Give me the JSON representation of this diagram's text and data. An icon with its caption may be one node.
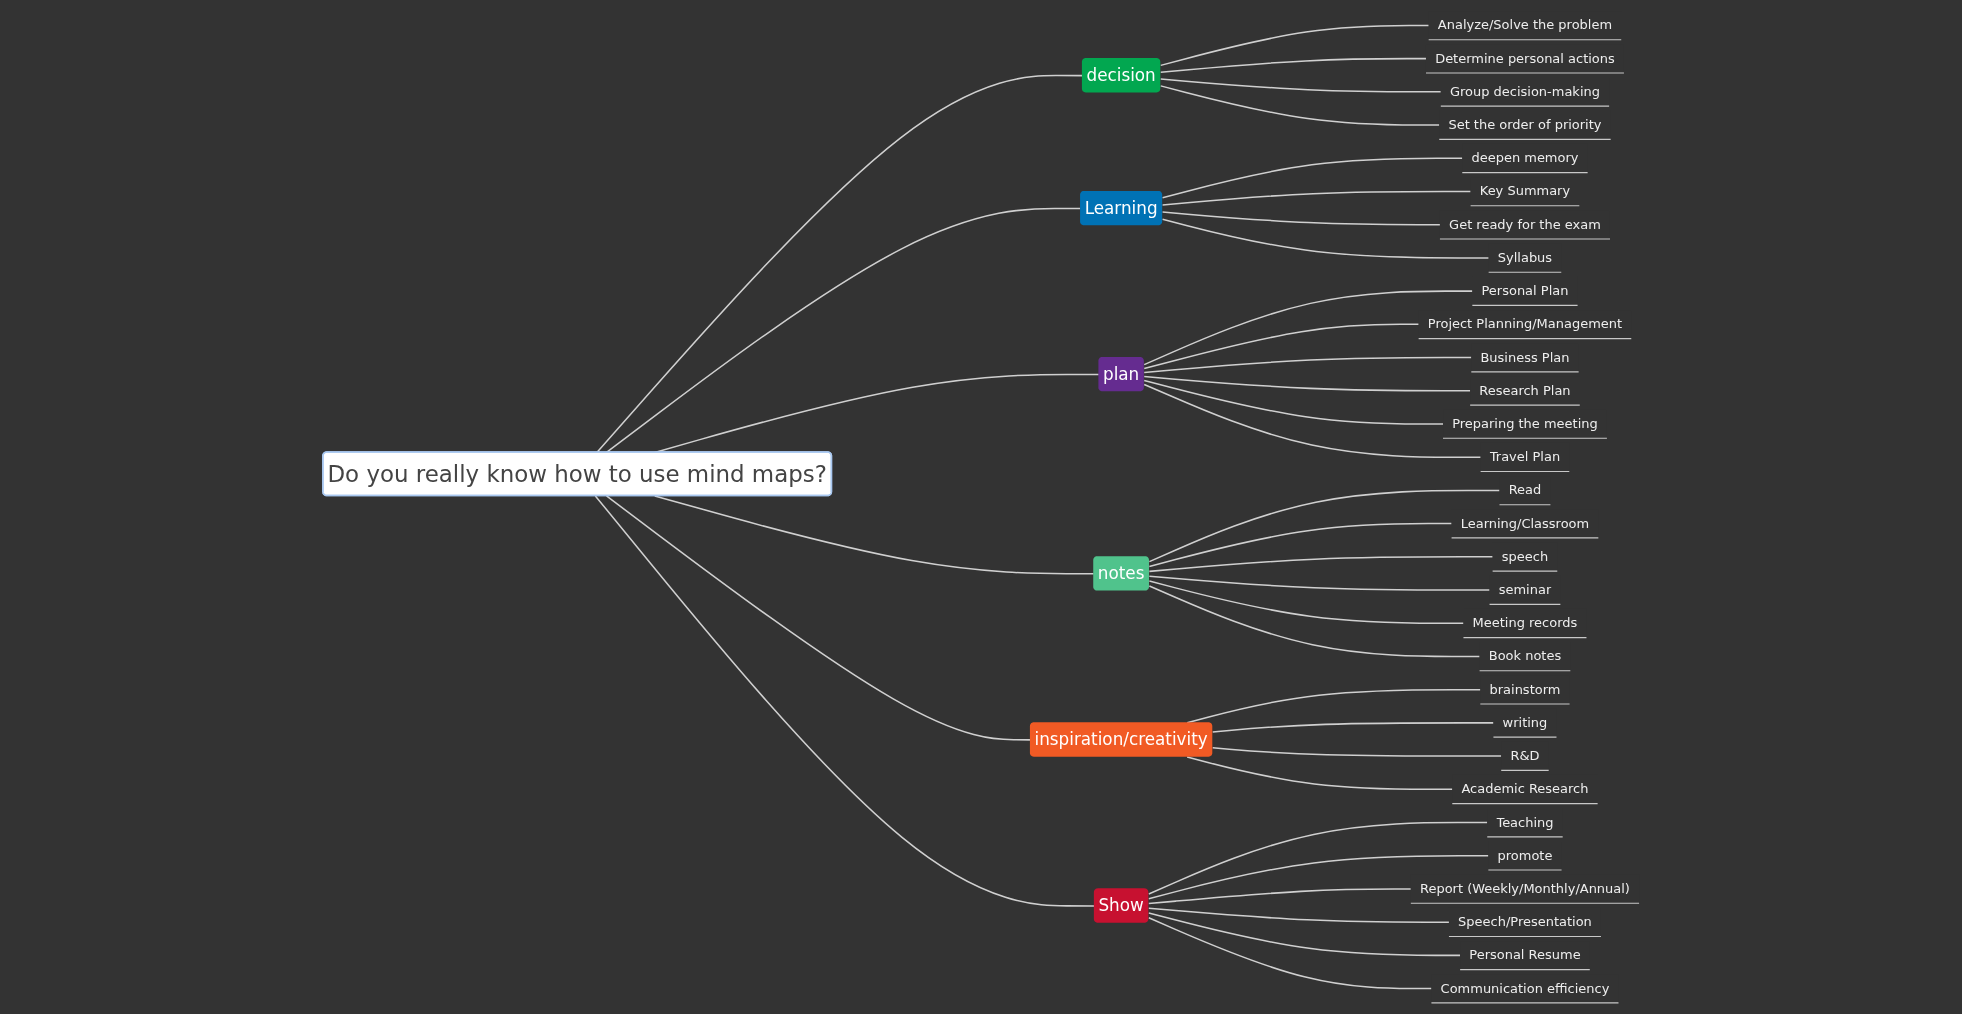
{
  "diagram": {
    "nodes": [
      {
        "text": [
          "Do you really know how to use mind maps?"
        ]
      },
      {
        "text": [
          "decision"
        ]
      },
      {
        "text": [
          "Analyze/Solve the problem"
        ]
      },
      {
        "text": [
          "Determine personal actions"
        ]
      },
      {
        "text": [
          "Group decision-making"
        ]
      },
      {
        "text": [
          "Set the order of priority"
        ]
      },
      {
        "text": [
          "Learning"
        ]
      },
      {
        "text": [
          "deepen memory"
        ]
      },
      {
        "text": [
          "Key Summary"
        ]
      },
      {
        "text": [
          "Get ready for the exam"
        ]
      },
      {
        "text": [
          "Syllabus"
        ]
      },
      {
        "text": [
          "plan"
        ]
      },
      {
        "text": [
          "Personal Plan"
        ]
      },
      {
        "text": [
          "Project Planning/Management"
        ]
      },
      {
        "text": [
          "Business Plan"
        ]
      },
      {
        "text": [
          "Research Plan"
        ]
      },
      {
        "text": [
          "Preparing the meeting"
        ]
      },
      {
        "text": [
          "Travel Plan"
        ]
      },
      {
        "text": [
          "notes"
        ]
      },
      {
        "text": [
          "Read"
        ]
      },
      {
        "text": [
          "Learning/Classroom"
        ]
      },
      {
        "text": [
          "speech"
        ]
      },
      {
        "text": [
          "seminar"
        ]
      },
      {
        "text": [
          "Meeting records"
        ]
      },
      {
        "text": [
          "Book notes"
        ]
      },
      {
        "text": [
          "inspiration/creativity"
        ]
      },
      {
        "text": [
          "brainstorm"
        ]
      },
      {
        "text": [
          "writing"
        ]
      },
      {
        "text": [
          "R&D"
        ]
      },
      {
        "text": [
          "Academic Research"
        ]
      },
      {
        "text": [
          "Show"
        ]
      },
      {
        "text": [
          "Teaching"
        ]
      },
      {
        "text": [
          "promote"
        ]
      },
      {
        "text": [
          "Report (Weekly/Monthly/Annual)"
        ]
      },
      {
        "text": [
          "Speech/Presentation"
        ]
      },
      {
        "text": [
          "Personal Resume"
        ]
      },
      {
        "text": [
          "Communication efficiency"
        ]
      }
    ],
    "edges": [
      {
        "from": 0,
        "to": 1,
        "arrow": "none"
      },
      {
        "from": 1,
        "to": 2,
        "arrow": "none"
      },
      {
        "from": 1,
        "to": 3,
        "arrow": "none"
      },
      {
        "from": 1,
        "to": 4,
        "arrow": "none"
      },
      {
        "from": 1,
        "to": 5,
        "arrow": "none"
      },
      {
        "from": 0,
        "to": 6,
        "arrow": "none"
      },
      {
        "from": 6,
        "to": 7,
        "arrow": "none"
      },
      {
        "from": 6,
        "to": 8,
        "arrow": "none"
      },
      {
        "from": 6,
        "to": 9,
        "arrow": "none"
      },
      {
        "from": 6,
        "to": 10,
        "arrow": "none"
      },
      {
        "from": 0,
        "to": 11,
        "arrow": "none"
      },
      {
        "from": 11,
        "to": 12,
        "arrow": "none"
      },
      {
        "from": 11,
        "to": 13,
        "arrow": "none"
      },
      {
        "from": 11,
        "to": 14,
        "arrow": "none"
      },
      {
        "from": 11,
        "to": 15,
        "arrow": "none"
      },
      {
        "from": 11,
        "to": 16,
        "arrow": "none"
      },
      {
        "from": 11,
        "to": 17,
        "arrow": "none"
      },
      {
        "from": 0,
        "to": 18,
        "arrow": "none"
      },
      {
        "from": 18,
        "to": 19,
        "arrow": "none"
      },
      {
        "from": 18,
        "to": 20,
        "arrow": "none"
      },
      {
        "from": 18,
        "to": 21,
        "arrow": "none"
      },
      {
        "from": 18,
        "to": 22,
        "arrow": "none"
      },
      {
        "from": 18,
        "to": 23,
        "arrow": "none"
      },
      {
        "from": 18,
        "to": 24,
        "arrow": "none"
      },
      {
        "from": 0,
        "to": 25,
        "arrow": "none"
      },
      {
        "from": 25,
        "to": 26,
        "arrow": "none"
      },
      {
        "from": 25,
        "to": 27,
        "arrow": "none"
      },
      {
        "from": 25,
        "to": 28,
        "arrow": "none"
      },
      {
        "from": 25,
        "to": 29,
        "arrow": "none"
      },
      {
        "from": 0,
        "to": 30,
        "arrow": "none"
      },
      {
        "from": 30,
        "to": 31,
        "arrow": "none"
      },
      {
        "from": 30,
        "to": 32,
        "arrow": "none"
      },
      {
        "from": 30,
        "to": 33,
        "arrow": "none"
      },
      {
        "from": 30,
        "to": 34,
        "arrow": "none"
      },
      {
        "from": 30,
        "to": 35,
        "arrow": "none"
      },
      {
        "from": 30,
        "to": 36,
        "arrow": "none"
      }
    ]
  }
}
